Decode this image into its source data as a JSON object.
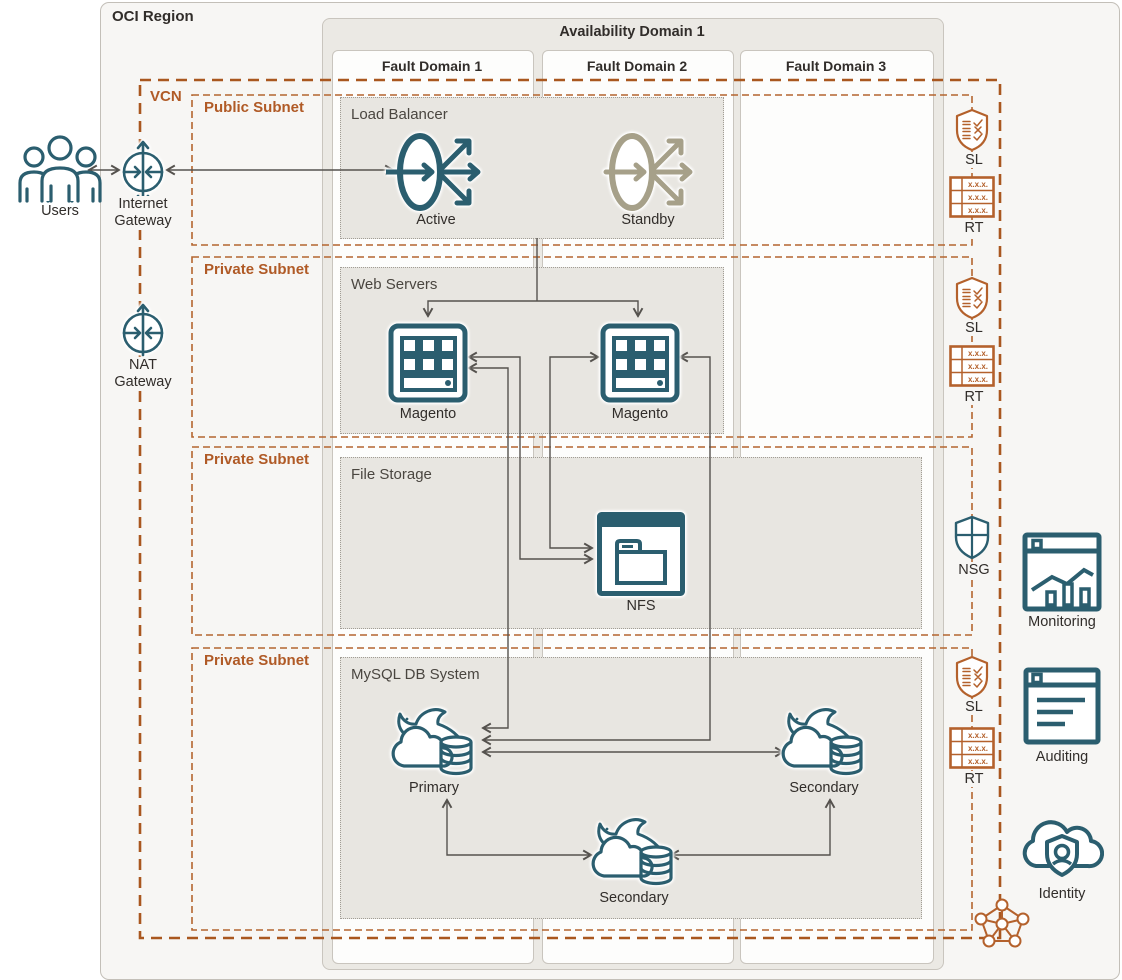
{
  "region": {
    "label": "OCI Region"
  },
  "availability_domain": {
    "label": "Availability Domain 1"
  },
  "fault_domains": [
    {
      "label": "Fault Domain 1"
    },
    {
      "label": "Fault Domain 2"
    },
    {
      "label": "Fault Domain 3"
    }
  ],
  "vcn": {
    "label": "VCN"
  },
  "subnets": [
    {
      "label": "Public Subnet"
    },
    {
      "label": "Private Subnet"
    },
    {
      "label": "Private Subnet"
    },
    {
      "label": "Private Subnet"
    }
  ],
  "tiers": {
    "load_balancer": {
      "title": "Load Balancer",
      "active_label": "Active",
      "standby_label": "Standby"
    },
    "web_servers": {
      "title": "Web Servers",
      "magento_left_label": "Magento",
      "magento_right_label": "Magento"
    },
    "file_storage": {
      "title": "File Storage",
      "nfs_label": "NFS"
    },
    "mysql": {
      "title": "MySQL DB System",
      "primary_label": "Primary",
      "secondary_fd3_label": "Secondary",
      "secondary_fd2_label": "Secondary"
    }
  },
  "actors": {
    "users_label": "Users",
    "internet_gateway_label": "Internet\nGateway",
    "nat_gateway_label": "NAT\nGateway"
  },
  "badges": {
    "sl": "SL",
    "rt": "RT",
    "nsg": "NSG",
    "rt_cell": "x.x.x."
  },
  "services": {
    "monitoring_label": "Monitoring",
    "auditing_label": "Auditing",
    "identity_label": "Identity"
  },
  "colors": {
    "icon_teal": "#2b5e6f",
    "standby_tan": "#a6a089",
    "vcn_orange": "#b05a26",
    "connector_gray": "#55524e"
  }
}
